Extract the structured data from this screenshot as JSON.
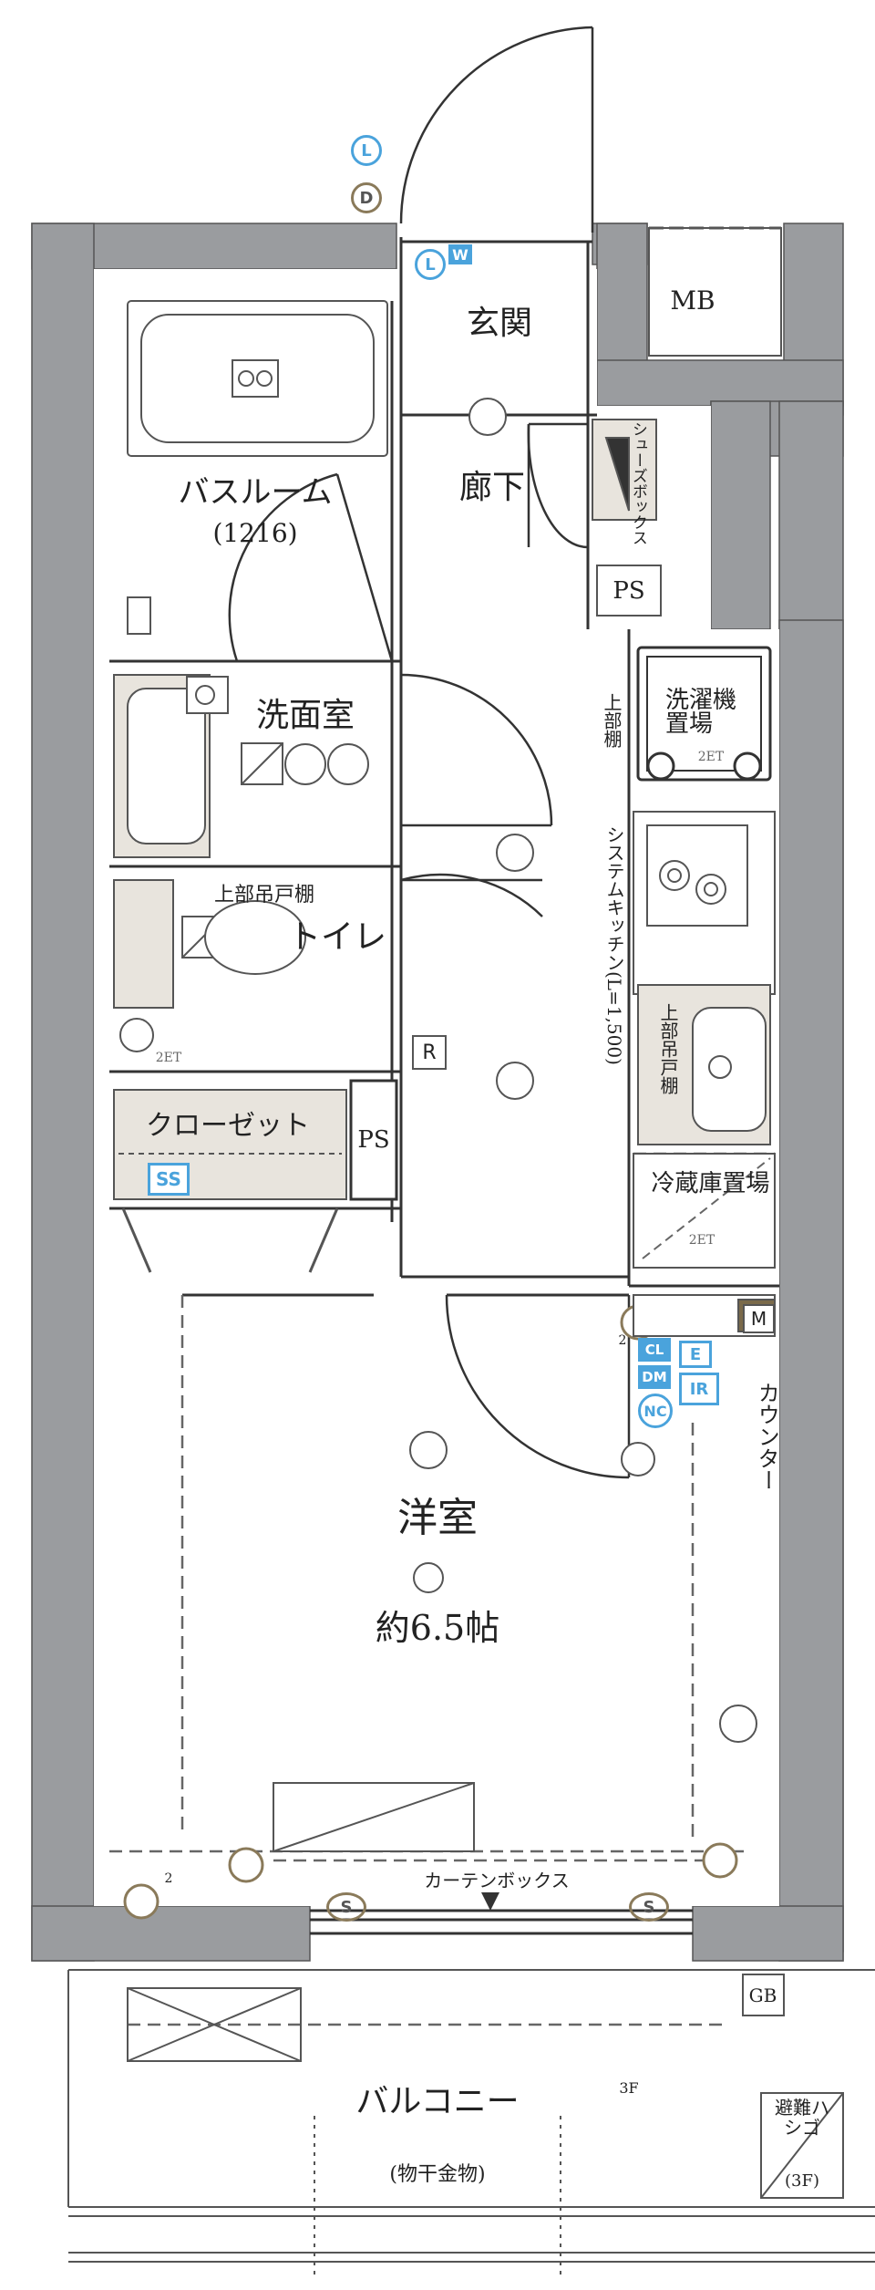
{
  "rooms": {
    "entrance": "玄関",
    "hallway": "廊下",
    "bathroom": "バスルーム",
    "bathroom_size": "(1216)",
    "washroom": "洗面室",
    "toilet": "トイレ",
    "closet": "クローゼット",
    "western": "洋室",
    "western_size": "約6.5帖",
    "balcony": "バルコニー"
  },
  "labels": {
    "mb": "MB",
    "ps_top": "PS",
    "ps_closet": "PS",
    "shoes_box": "シューズボックス",
    "washer_place": "洗濯機置場",
    "upper_shelf_wash": "上部棚",
    "system_kitchen": "システムキッチン(L=1,500)",
    "upper_cabinet_kitchen": "上部吊戸棚",
    "fridge_place": "冷蔵庫置場",
    "toilet_upper_cabinet": "上部吊戸棚",
    "counter": "カウンター",
    "curtain_box": "カーテンボックス",
    "gb": "GB",
    "evac_ladder": "避難ハシゴ",
    "evac_floor": "(3F)",
    "floor_3f": "3F",
    "laundry_hardware": "(物干金物)",
    "two_et_wash": "2ET",
    "two_et_toilet": "2ET",
    "two_et_fridge": "2ET",
    "r_mark": "R",
    "m_mark": "M",
    "two_mark_a": "2",
    "two_mark_b": "2"
  },
  "badges": {
    "l_top": "L",
    "d_top": "D",
    "l_w": "L",
    "w": "W",
    "ss": "SS",
    "cl": "CL",
    "dm": "DM",
    "nc": "NC",
    "e": "E",
    "ir": "IR",
    "s_left": "S",
    "s_right": "S"
  },
  "colors": {
    "wall": "#9a9c9f",
    "fixture_fill": "#e8e4dd",
    "badge_blue": "#4aa3dc",
    "outlet_brown": "#8a7a5a"
  }
}
